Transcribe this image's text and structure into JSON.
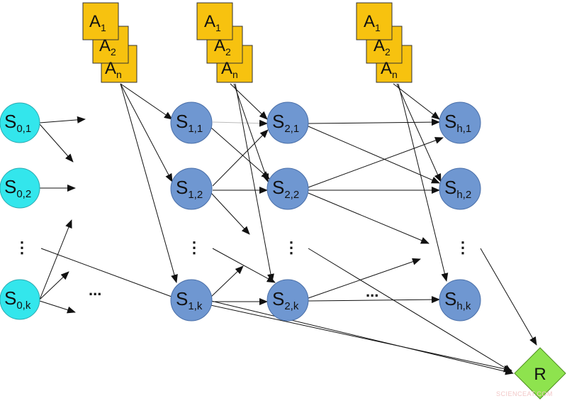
{
  "colors": {
    "initial_state": "#33e6ec",
    "state": "#6f97d1",
    "action": "#f7c20f",
    "reward": "#8ee34e",
    "edge": "#111111"
  },
  "action_stacks": [
    {
      "labels": [
        {
          "main": "A",
          "sub": "1"
        },
        {
          "main": "A",
          "sub": "2"
        },
        {
          "main": "A",
          "sub": "n"
        }
      ]
    },
    {
      "labels": [
        {
          "main": "A",
          "sub": "1"
        },
        {
          "main": "A",
          "sub": "2"
        },
        {
          "main": "A",
          "sub": "n"
        }
      ]
    },
    {
      "labels": [
        {
          "main": "A",
          "sub": "1"
        },
        {
          "main": "A",
          "sub": "2"
        },
        {
          "main": "A",
          "sub": "n"
        }
      ]
    }
  ],
  "state_columns": [
    {
      "kind": "initial",
      "nodes": [
        {
          "main": "S",
          "sub": "0,1"
        },
        {
          "main": "S",
          "sub": "0,2"
        },
        {
          "main": "S",
          "sub": "0,k"
        }
      ]
    },
    {
      "kind": "state",
      "nodes": [
        {
          "main": "S",
          "sub": "1,1"
        },
        {
          "main": "S",
          "sub": "1,2"
        },
        {
          "main": "S",
          "sub": "1,k"
        }
      ]
    },
    {
      "kind": "state",
      "nodes": [
        {
          "main": "S",
          "sub": "2,1"
        },
        {
          "main": "S",
          "sub": "2,2"
        },
        {
          "main": "S",
          "sub": "2,k"
        }
      ]
    },
    {
      "kind": "state",
      "nodes": [
        {
          "main": "S",
          "sub": "h,1"
        },
        {
          "main": "S",
          "sub": "h,2"
        },
        {
          "main": "S",
          "sub": "h,k"
        }
      ]
    }
  ],
  "ellipses": {
    "vertical": "⋮",
    "horizontal": "..."
  },
  "reward": {
    "label": "R"
  },
  "watermark": "SCIENCEAT.COM"
}
